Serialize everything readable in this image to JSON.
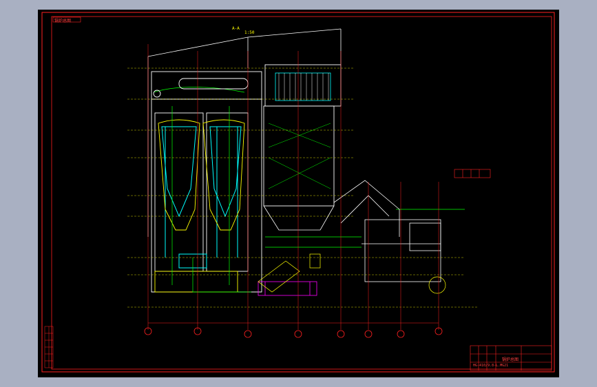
{
  "drawing": {
    "title_tag": "锅炉总图",
    "section_label": "A-A",
    "scale_label": "1:50",
    "titleblock": {
      "drawing_name": "锅炉总图",
      "drawing_no": "HG-410/9.8-L.MG21"
    }
  },
  "colors": {
    "page": "#a9b0c2",
    "canvas": "#000000",
    "frame": "#ff2020",
    "outline": "#ffffff",
    "pipe_cyan": "#00ffff",
    "pipe_green": "#00ff00",
    "dim_yellow": "#ffff00",
    "air_magenta": "#ff00ff"
  }
}
